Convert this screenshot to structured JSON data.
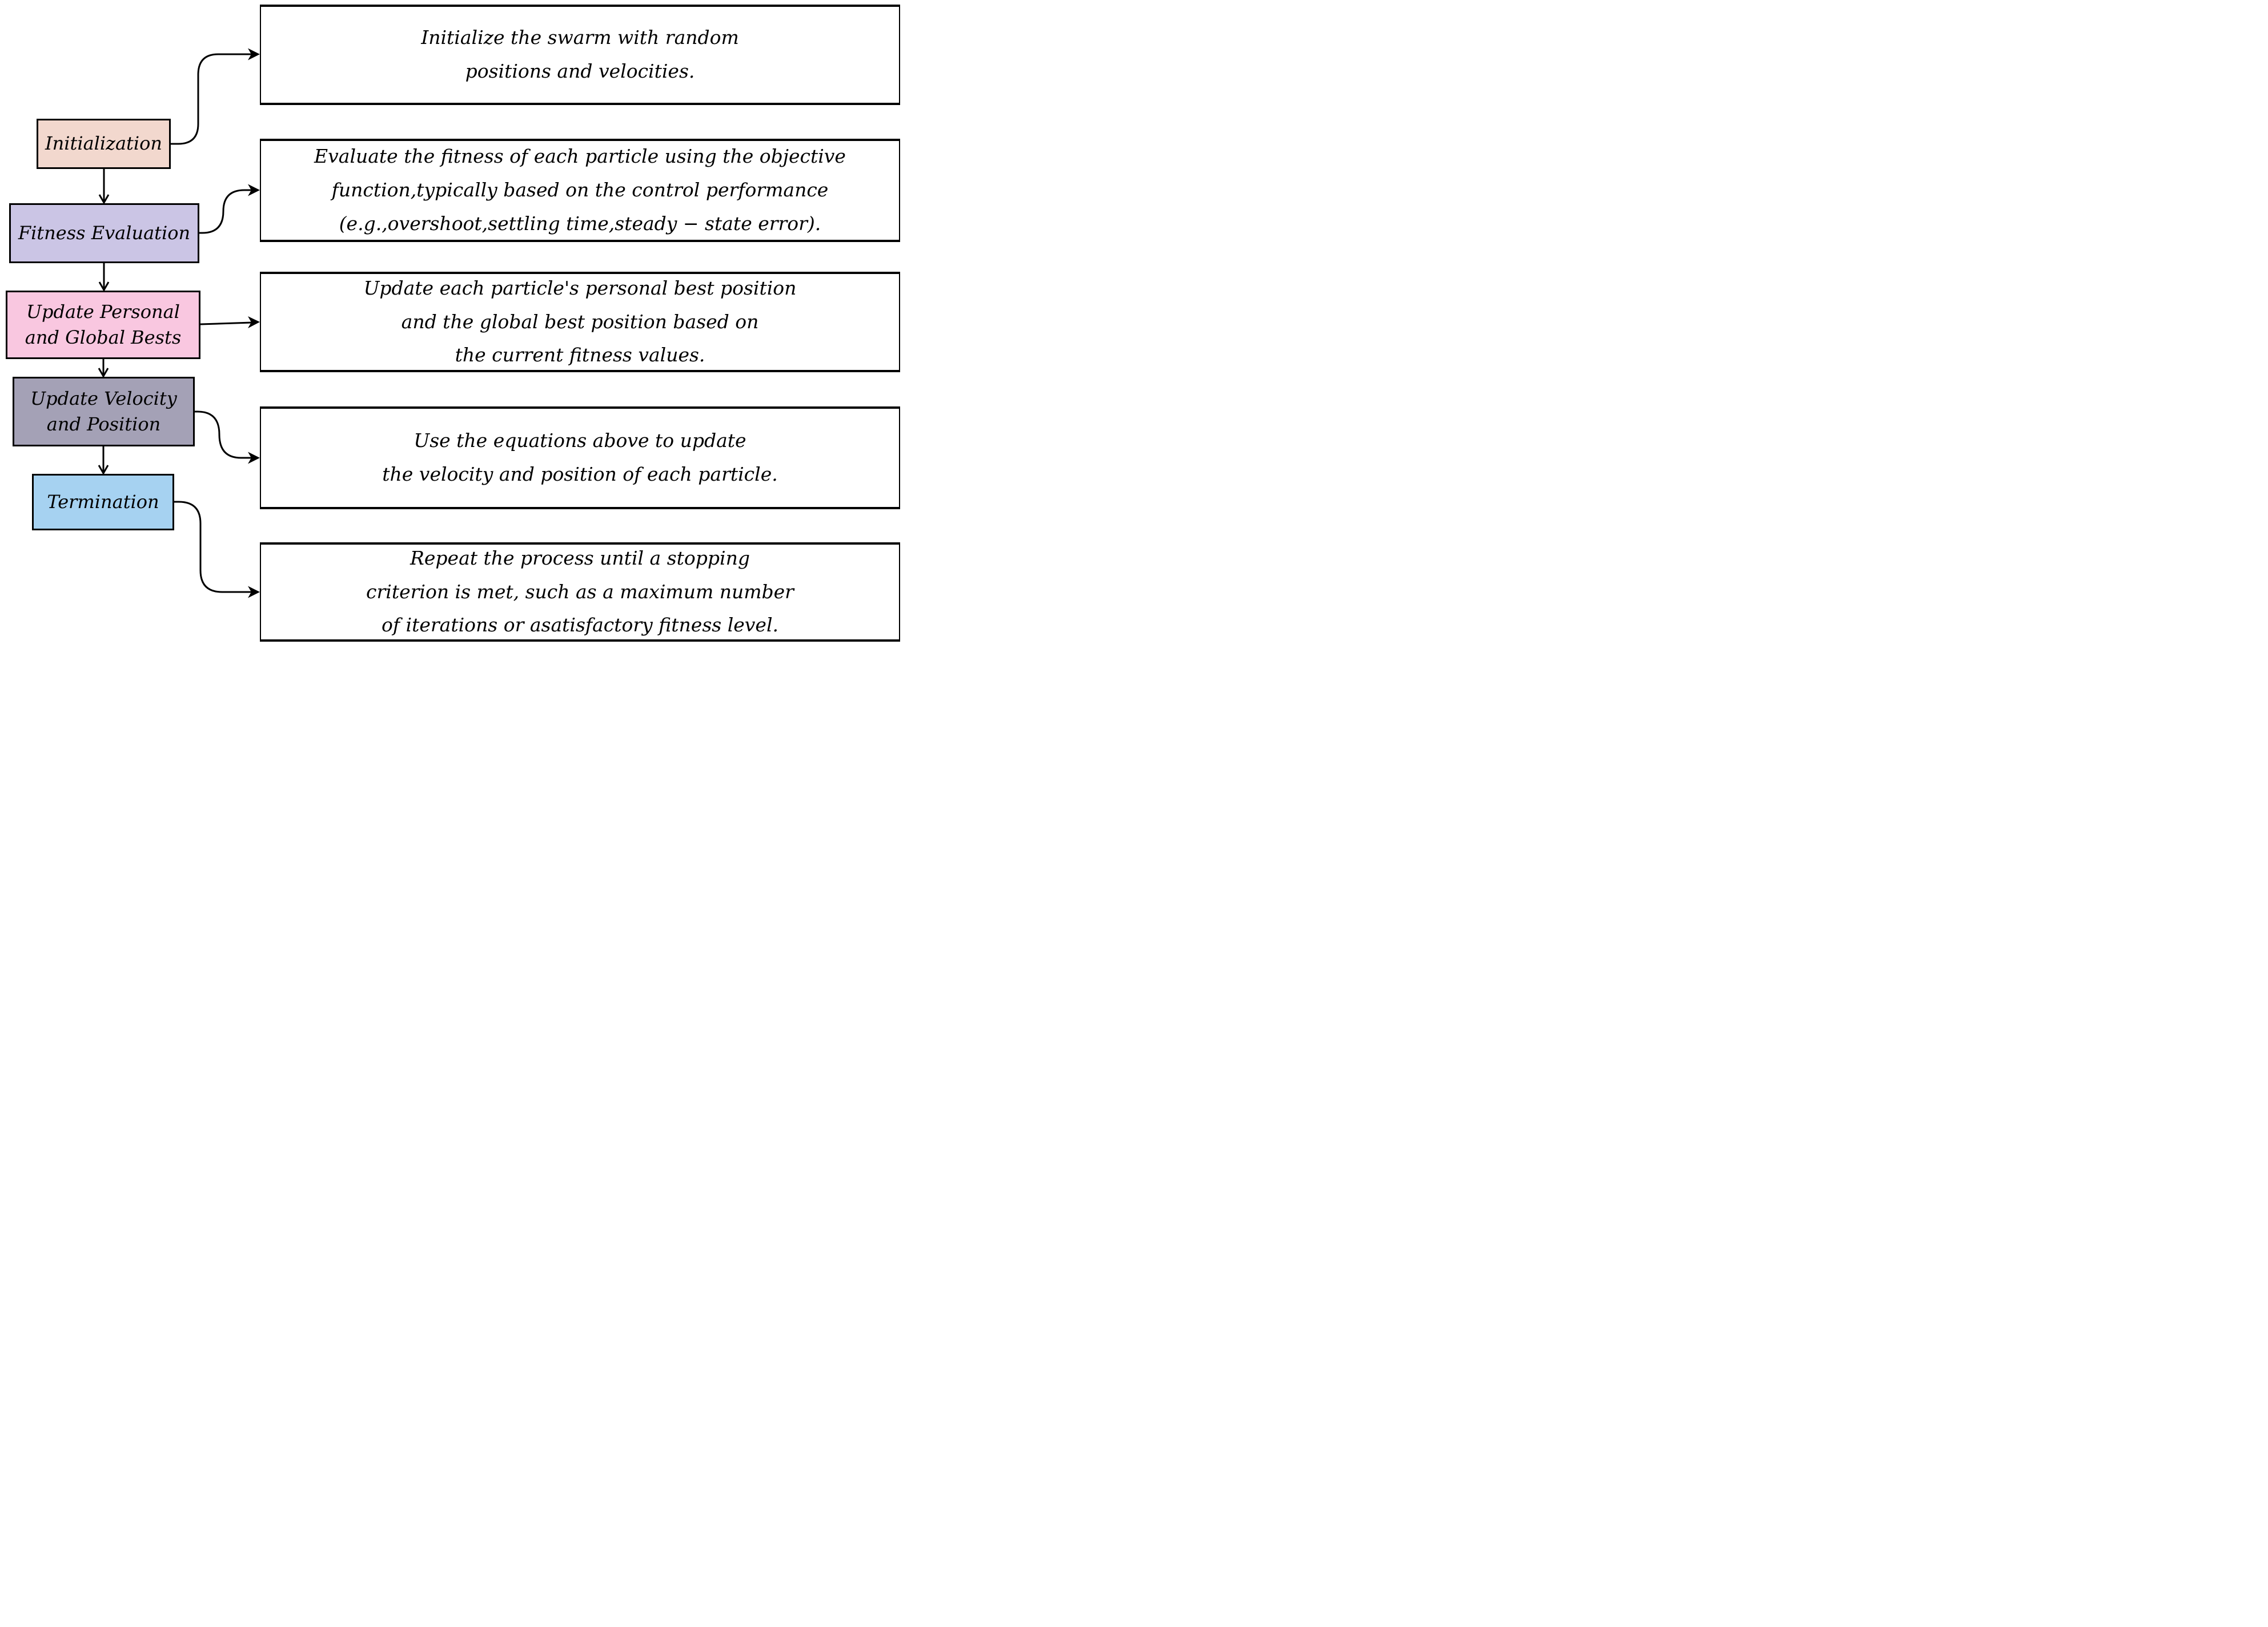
{
  "figure": {
    "background_color": "#ffffff",
    "arrow_color": "#000000",
    "text_color": "#000000"
  },
  "steps": [
    {
      "label_lines": [
        "Initialization"
      ],
      "color": "#F2D8CE",
      "desc_lines": [
        "Initialize the swarm with random",
        "positions and velocities."
      ]
    },
    {
      "label_lines": [
        "Fitness Evaluation"
      ],
      "color": "#CBC5E5",
      "desc_lines": [
        "Evaluate the fitness of each particle using the objective",
        "function,typically based on the control performance",
        "(e.g.,overshoot,settling time,steady − state error)."
      ]
    },
    {
      "label_lines": [
        "Update Personal",
        "and Global Bests"
      ],
      "color": "#F9C7E0",
      "desc_lines": [
        "Update each particle's personal best position",
        "and the global best position based on",
        "the current fitness values."
      ]
    },
    {
      "label_lines": [
        "Update Velocity",
        "and Position"
      ],
      "color": "#A4A1B6",
      "desc_lines": [
        "Use the equations above to update",
        "the velocity and position of each particle."
      ]
    },
    {
      "label_lines": [
        "Termination"
      ],
      "color": "#A6D2F1",
      "desc_lines": [
        "Repeat the process until a stopping",
        "criterion is met, such as a maximum number",
        "of iterations or asatisfactory fitness level."
      ]
    }
  ]
}
